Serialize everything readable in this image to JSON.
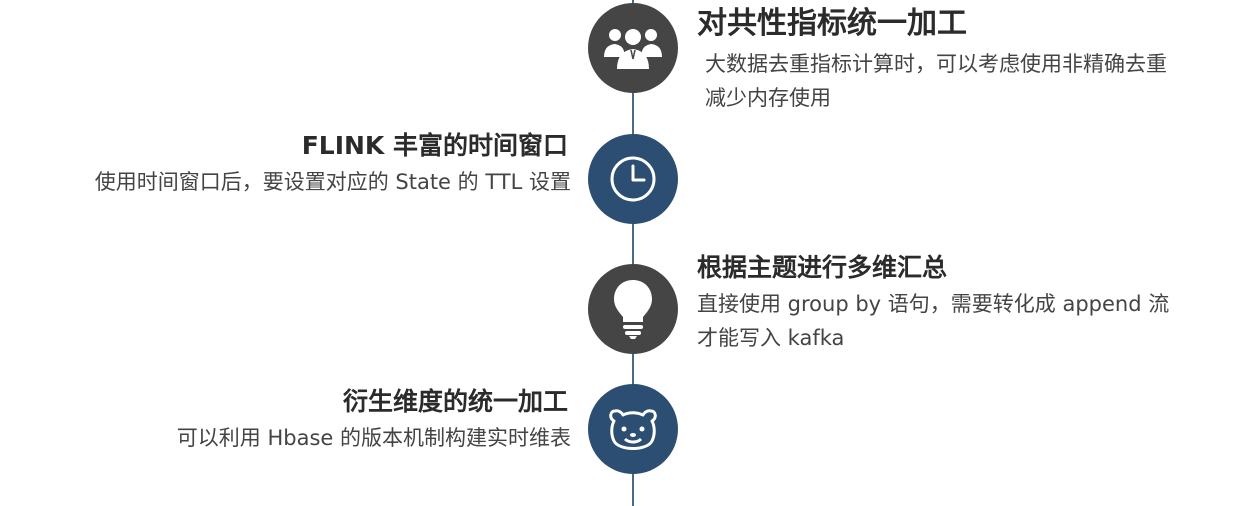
{
  "colors": {
    "dark": "#454545",
    "blue": "#2c4e72",
    "line": "#4a6a86"
  },
  "items": [
    {
      "icon": "team-icon",
      "title": "对共性指标统一加工",
      "desc": [
        "大数据去重指标计算时，可以考虑使用非精确去重",
        "减少内存使用"
      ]
    },
    {
      "icon": "clock-icon",
      "title": "FLINK 丰富的时间窗口",
      "desc": [
        "使用时间窗口后，要设置对应的 State 的 TTL 设置"
      ]
    },
    {
      "icon": "lightbulb-icon",
      "title": "根据主题进行多维汇总",
      "desc": [
        "直接使用 group by 语句，需要转化成 append 流",
        "才能写入 kafka"
      ]
    },
    {
      "icon": "bear-icon",
      "title": "衍生维度的统一加工",
      "desc": [
        "可以利用 Hbase 的版本机制构建实时维表"
      ]
    }
  ]
}
